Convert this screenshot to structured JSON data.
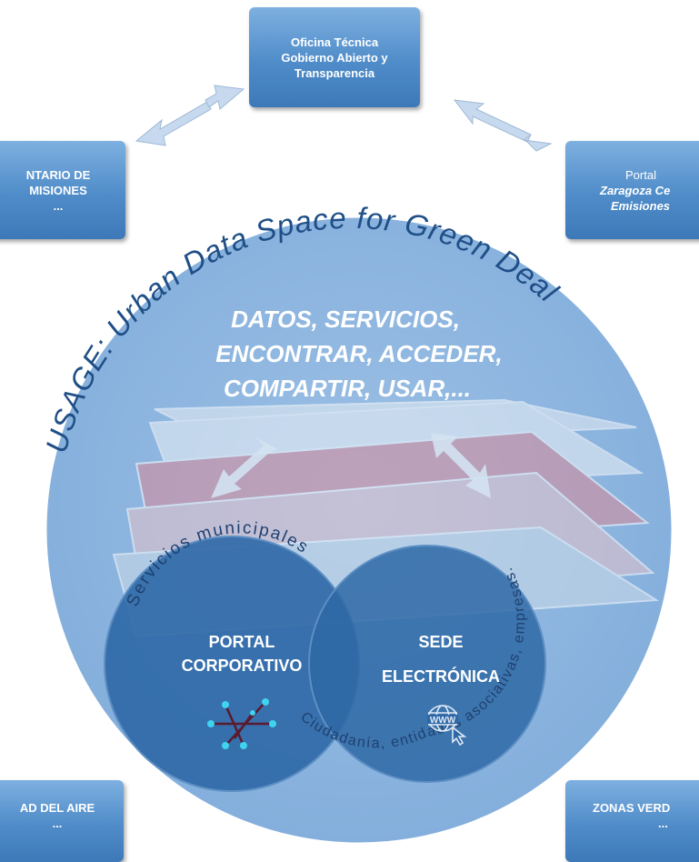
{
  "boxes": {
    "oficina": {
      "lines": [
        "Oficina Técnica",
        "Gobierno Abierto y",
        "Transparencia"
      ]
    },
    "inventario": {
      "lines": [
        "NTARIO DE",
        "MISIONES",
        "..."
      ]
    },
    "portal": {
      "title": "Portal",
      "lines": [
        "Zaragoza Ce",
        "Emisiones"
      ]
    },
    "calidad": {
      "lines": [
        "AD DEL AIRE",
        "..."
      ]
    },
    "zonas": {
      "lines": [
        "ZONAS VERD",
        "..."
      ]
    }
  },
  "circle": {
    "arc_title": "USAGE: Urban Data Space for Green Deal",
    "big_text": [
      "DATOS, SERVICIOS,",
      "ENCONTRAR, ACCEDER,",
      "COMPARTIR, USAR,..."
    ],
    "left_circle": {
      "label": [
        "PORTAL",
        "CORPORATIVO"
      ],
      "arc_text": "Servicios municipales",
      "icon": "network-hub-icon"
    },
    "right_circle": {
      "label": [
        "SEDE",
        "ELECTRÓNICA"
      ],
      "icon": "www-cursor-icon"
    },
    "bottom_arc_text": "Ciudadanía, entidades asociativas, empresas..."
  },
  "colors": {
    "box_fill": "#4f8cc9",
    "big_circle": "#8db5de",
    "inner_circle": "#2e68a6",
    "arc_title_color": "#1f4f87",
    "arrow": "#c6d9ee"
  }
}
